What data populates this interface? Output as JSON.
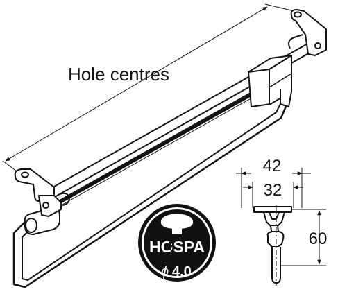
{
  "labels": {
    "hole_centres": "Hole centres",
    "dim_42": "42",
    "dim_32": "32",
    "dim_60": "60"
  },
  "badge": {
    "brand": "HOSPA",
    "screw_diameter": "4.0",
    "diameter_symbol": "ϕ"
  }
}
